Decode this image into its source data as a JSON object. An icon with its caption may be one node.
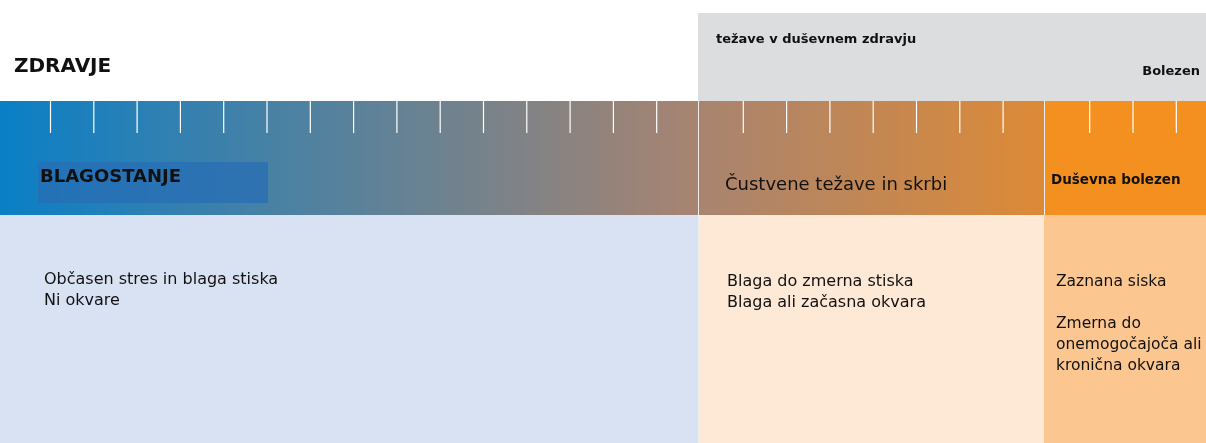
{
  "diagram": {
    "nodes": [
      {
        "text": [
          "težave v duševnem zdravju",
          "Bolezen"
        ]
      },
      {
        "text": [
          "BLAGOSTANJE"
        ]
      },
      {
        "text": [
          "Čustvene težave in skrbi"
        ]
      },
      {
        "text": [
          "Duševna bolezen"
        ]
      },
      {
        "text": [
          "Občasen stres in blaga stiska",
          "Ni okvare"
        ]
      },
      {
        "text": [
          "Blaga do zmerna stiska",
          "Blaga ali začasna okvara"
        ]
      },
      {
        "text": [
          "Zaznana siska",
          "Zmerna do onemogočajoča ali kronična okvara"
        ]
      }
    ],
    "labels": [
      "ZDRAVJE"
    ]
  }
}
